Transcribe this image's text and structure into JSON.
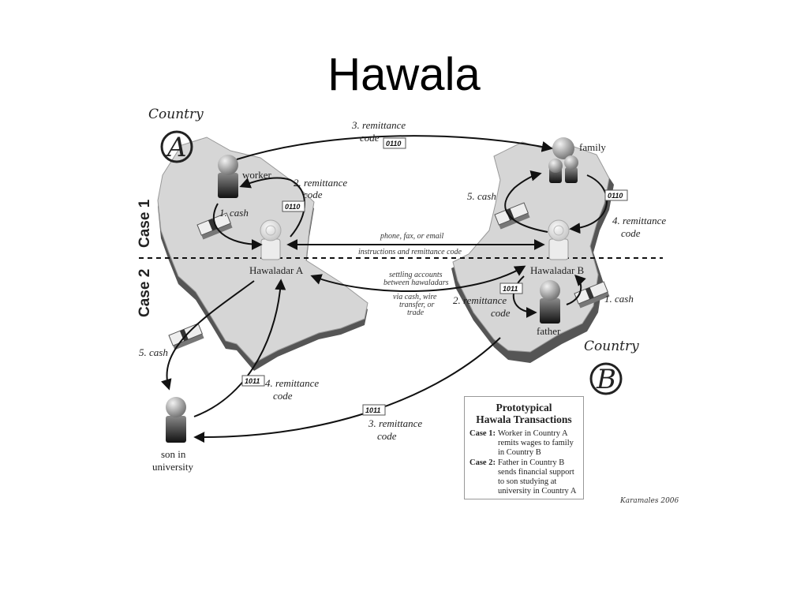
{
  "slide": {
    "title": "Hawala"
  },
  "countries": {
    "a": {
      "word": "Country",
      "letter": "A"
    },
    "b": {
      "word": "Country",
      "letter": "B"
    }
  },
  "cases": {
    "case1": "Case 1",
    "case2": "Case 2"
  },
  "people": {
    "worker": "worker",
    "family": "family",
    "father": "father",
    "son_line1": "son in",
    "son_line2": "university"
  },
  "brokers": {
    "a": "Hawaladar A",
    "b": "Hawaladar B"
  },
  "steps": {
    "c1_cash_a": "1. cash",
    "c1_code_worker_l1": "2. remittance",
    "c1_code_worker_l2": "code",
    "c1_code_top_l1": "3. remittance",
    "c1_code_top_l2": "code",
    "c1_code_family_l1": "4. remittance",
    "c1_code_family_l2": "code",
    "c1_cash_family": "5. cash",
    "c2_cash_b": "1. cash",
    "c2_code_father_l1": "2. remittance",
    "c2_code_father_l2": "code",
    "c2_code_son_l1": "3. remittance",
    "c2_code_son_l2": "code",
    "c2_code_hawa_l1": "4. remittance",
    "c2_code_hawa_l2": "code",
    "c2_cash_son": "5. cash"
  },
  "codes": {
    "case1": "0110",
    "case2": "1011"
  },
  "channels": {
    "phone": "phone, fax, or email",
    "instructions": "instructions and remittance code",
    "settling_l1": "settling accounts",
    "settling_l2": "between hawaladars",
    "via_l1": "via cash, wire",
    "via_l2": "transfer, or",
    "via_l3": "trade"
  },
  "legend": {
    "title_l1": "Prototypical",
    "title_l2": "Hawala Transactions",
    "case1_key": "Case 1:",
    "case1_text": "Worker in Country A remits wages to family in Country B",
    "case2_key": "Case 2:",
    "case2_text": "Father in Country B sends financial support to son studying at university in Country A"
  },
  "credit": "Karamales 2006",
  "colors": {
    "land": "#d6d6d6",
    "land_shadow": "#555555",
    "person_dark": "#1a1a1a",
    "person_head": "#aaaaaa"
  }
}
